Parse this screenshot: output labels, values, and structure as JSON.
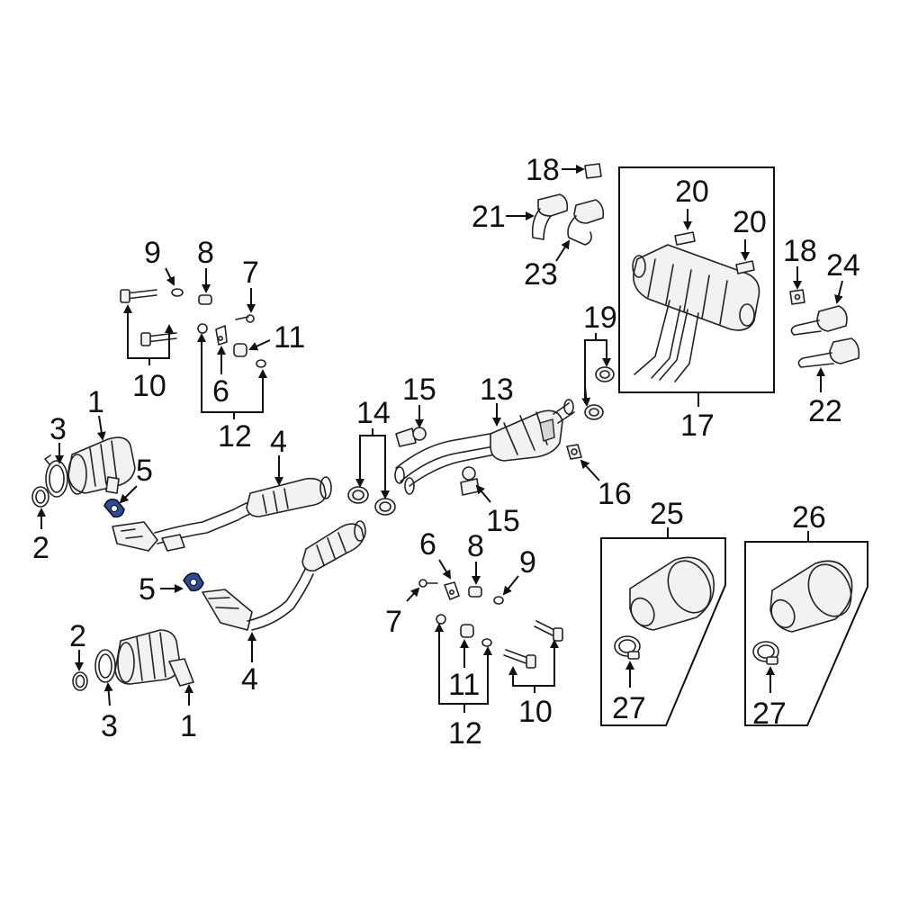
{
  "callouts": {
    "c1a": "1",
    "c1b": "1",
    "c2a": "2",
    "c2b": "2",
    "c3a": "3",
    "c3b": "3",
    "c4a": "4",
    "c4b": "4",
    "c5a": "5",
    "c5b": "5",
    "c6a": "6",
    "c6b": "6",
    "c7a": "7",
    "c7b": "7",
    "c8a": "8",
    "c8b": "8",
    "c9a": "9",
    "c9b": "9",
    "c10a": "10",
    "c10b": "10",
    "c11a": "11",
    "c11b": "11",
    "c12a": "12",
    "c12b": "12",
    "c13": "13",
    "c14": "14",
    "c15a": "15",
    "c15b": "15",
    "c16": "16",
    "c17": "17",
    "c18a": "18",
    "c18b": "18",
    "c19": "19",
    "c20a": "20",
    "c20b": "20",
    "c21": "21",
    "c22": "22",
    "c23": "23",
    "c24": "24",
    "c25": "25",
    "c26": "26",
    "c27a": "27",
    "c27b": "27"
  },
  "colors": {
    "gasket_highlight": "#2a4d9b",
    "line": "#111111"
  }
}
